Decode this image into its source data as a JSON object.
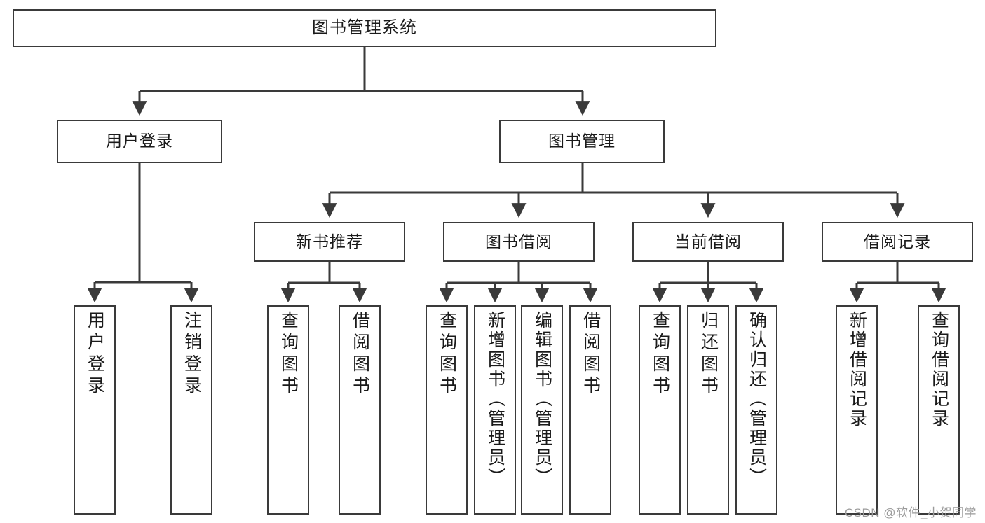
{
  "diagram": {
    "type": "hierarchy-tree",
    "title": "图书管理系统",
    "watermark": "CSDN @软件_小贺同学",
    "colors": {
      "box_border": "#3a3a3a",
      "box_fill": "#ffffff",
      "edge": "#3a3a3a",
      "text": "#1a1a1a",
      "watermark": "#9a9a9a"
    },
    "levels": [
      {
        "level": 1,
        "labels": [
          "图书管理系统"
        ]
      },
      {
        "level": 2,
        "labels": [
          "用户登录",
          "图书管理"
        ]
      },
      {
        "level": 3,
        "labels": [
          "新书推荐",
          "图书借阅",
          "当前借阅",
          "借阅记录"
        ]
      },
      {
        "level": 4,
        "labels": [
          "用户登录",
          "注销登录",
          "查询图书",
          "借阅图书",
          "查询图书",
          "新增图书（管理员）",
          "编辑图书（管理员）",
          "借阅图书",
          "查询图书",
          "归还图书",
          "确认归还（管理员）",
          "新增借阅记录",
          "查询借阅记录"
        ]
      }
    ],
    "nodes": {
      "root": {
        "label": "图书管理系统"
      },
      "l2": [
        {
          "id": "user-login",
          "label": "用户登录"
        },
        {
          "id": "book-manage",
          "label": "图书管理"
        }
      ],
      "l3": [
        {
          "id": "new-book-rec",
          "label": "新书推荐"
        },
        {
          "id": "book-borrow",
          "label": "图书借阅"
        },
        {
          "id": "current-borrow",
          "label": "当前借阅"
        },
        {
          "id": "borrow-record",
          "label": "借阅记录"
        }
      ],
      "leaves": [
        {
          "id": "leaf-user-login",
          "label": "用户登录",
          "parent": "user-login"
        },
        {
          "id": "leaf-user-logout",
          "label": "注销登录",
          "parent": "user-login"
        },
        {
          "id": "leaf-query-book-1",
          "label": "查询图书",
          "parent": "new-book-rec"
        },
        {
          "id": "leaf-borrow-book-1",
          "label": "借阅图书",
          "parent": "new-book-rec"
        },
        {
          "id": "leaf-query-book-2",
          "label": "查询图书",
          "parent": "book-borrow"
        },
        {
          "id": "leaf-add-book",
          "label": "新增图书（管理员）",
          "parent": "book-borrow"
        },
        {
          "id": "leaf-edit-book",
          "label": "编辑图书（管理员）",
          "parent": "book-borrow"
        },
        {
          "id": "leaf-borrow-book-2",
          "label": "借阅图书",
          "parent": "book-borrow"
        },
        {
          "id": "leaf-query-book-3",
          "label": "查询图书",
          "parent": "current-borrow"
        },
        {
          "id": "leaf-return-book",
          "label": "归还图书",
          "parent": "current-borrow"
        },
        {
          "id": "leaf-confirm-return",
          "label": "确认归还（管理员）",
          "parent": "current-borrow"
        },
        {
          "id": "leaf-add-record",
          "label": "新增借阅记录",
          "parent": "borrow-record"
        },
        {
          "id": "leaf-query-record",
          "label": "查询借阅记录",
          "parent": "borrow-record"
        }
      ]
    }
  }
}
